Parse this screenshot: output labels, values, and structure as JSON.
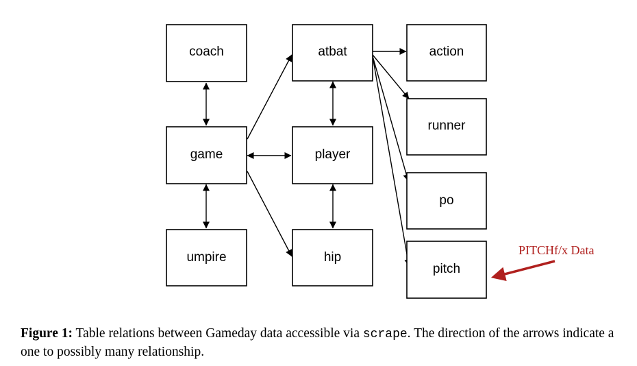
{
  "diagram": {
    "nodes": {
      "coach": "coach",
      "atbat": "atbat",
      "action": "action",
      "runner": "runner",
      "game": "game",
      "player": "player",
      "po": "po",
      "umpire": "umpire",
      "hip": "hip",
      "pitch": "pitch"
    },
    "annotation": {
      "text": "PITCHf/x Data",
      "color": "#b0201e"
    }
  },
  "caption": {
    "label": "Figure 1:",
    "text_before": " Table relations between Gameday data accessible via ",
    "code": "scrape",
    "text_after": ". The direction of the arrows indicate a one to possibly many relationship."
  }
}
